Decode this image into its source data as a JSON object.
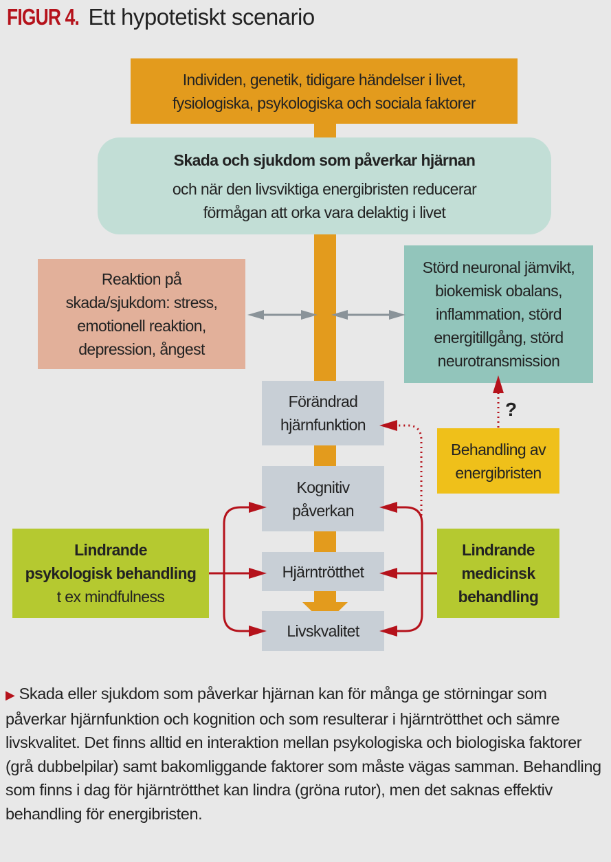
{
  "title": {
    "figure_label": "FIGUR 4.",
    "text": "Ett hypotetiskt scenario"
  },
  "boxes": {
    "individual": {
      "line1": "Individen, genetik, tidigare händelser i livet,",
      "line2": "fysiologiska, psykologiska och sociala faktorer"
    },
    "injury": {
      "heading": "Skada och sjukdom som påverkar hjärnan",
      "line1": "och när den livsviktiga energibristen reducerar",
      "line2": "förmågan att orka vara delaktig i livet"
    },
    "reaction": {
      "line1": "Reaktion på",
      "line2": "skada/sjukdom: stress,",
      "line3": "emotionell reaktion,",
      "line4": "depression, ångest"
    },
    "biology": {
      "line1": "Störd neuronal jämvikt,",
      "line2": "biokemisk obalans,",
      "line3": "inflammation, störd",
      "line4": "energitillgång, störd",
      "line5": "neurotransmission"
    },
    "brain_function": {
      "line1": "Förändrad",
      "line2": "hjärnfunktion"
    },
    "cognitive": {
      "line1": "Kognitiv",
      "line2": "påverkan"
    },
    "fatigue": {
      "line1": "Hjärntrötthet"
    },
    "quality": {
      "line1": "Livskvalitet"
    },
    "energy_treatment": {
      "line1": "Behandling av",
      "line2": "energibristen"
    },
    "question_mark": "?",
    "psych_treatment": {
      "line1": "Lindrande",
      "line2": "psykologisk behandling",
      "line3": "t ex mindfulness"
    },
    "med_treatment": {
      "line1": "Lindrande",
      "line2": "medicinsk",
      "line3": "behandling"
    }
  },
  "caption": "Skada eller sjukdom som påverkar hjärnan kan för många ge störningar som påverkar hjärnfunktion och kognition och som resulterar i hjärntrötthet och sämre livskvalitet. Det finns alltid en interaktion mellan psykologiska och biologiska faktorer (grå dubbelpilar) samt bakomliggande faktorer som måste vägas samman. Behandling som finns i dag för hjärntrötthet kan lindra (gröna rutor), men det saknas effektiv behandling för energibristen.",
  "colors": {
    "accent_red": "#b5121b",
    "orange": "#e39b1d",
    "teal_light": "#c2ded6",
    "salmon": "#e2b09a",
    "teal": "#92c5bb",
    "gray": "#c8cfd6",
    "yellow": "#efc01a",
    "green": "#b5c930",
    "arrow_gray": "#8a9399"
  }
}
